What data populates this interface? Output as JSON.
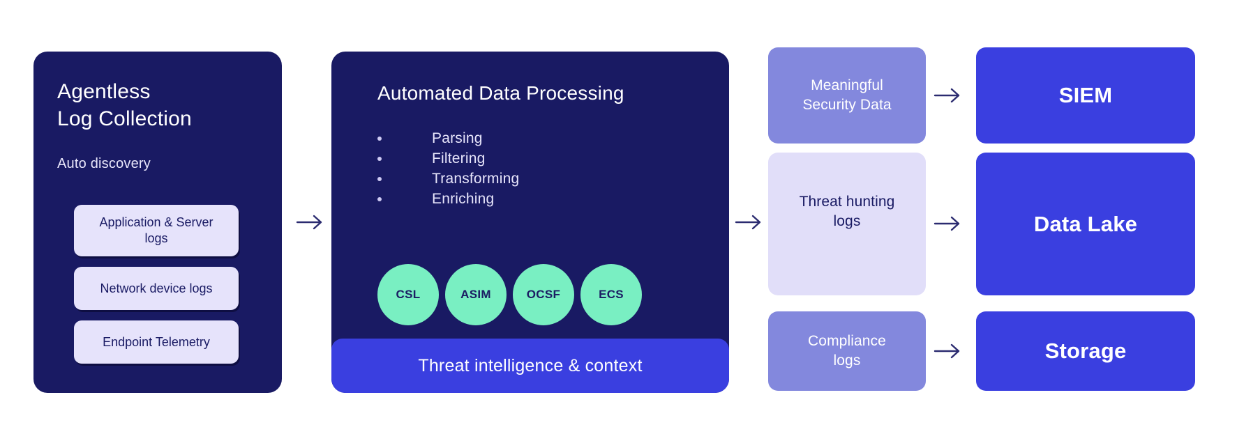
{
  "diagram": {
    "collection_card": {
      "title": "Agentless\nLog Collection",
      "subtitle": "Auto discovery",
      "chips": [
        {
          "label": "Application & Server\nlogs"
        },
        {
          "label": "Network device logs"
        },
        {
          "label": "Endpoint Telemetry"
        }
      ]
    },
    "processing_card": {
      "title": "Automated Data Processing",
      "bullets": [
        {
          "label": "Parsing"
        },
        {
          "label": "Filtering"
        },
        {
          "label": "Transforming"
        },
        {
          "label": "Enriching"
        }
      ],
      "schemas": [
        {
          "label": "CSL"
        },
        {
          "label": "ASIM"
        },
        {
          "label": "OCSF"
        },
        {
          "label": "ECS"
        }
      ],
      "banner": "Threat intelligence & context"
    },
    "outputs": [
      {
        "label": "Meaningful\nSecurity Data"
      },
      {
        "label": "Threat hunting\nlogs"
      },
      {
        "label": "Compliance\nlogs"
      }
    ],
    "destinations": [
      {
        "label": "SIEM"
      },
      {
        "label": "Data Lake"
      },
      {
        "label": "Storage"
      }
    ],
    "arrows": [
      {
        "name": "collection-to-processing"
      },
      {
        "name": "processing-to-outputs"
      },
      {
        "name": "meaningful-to-siem"
      },
      {
        "name": "threat-to-lake"
      },
      {
        "name": "compliance-to-storage"
      }
    ],
    "colors": {
      "background": "#ffffff",
      "card_navy": "#191a63",
      "chip_lavender": "#e6e3fb",
      "accent_blue": "#3a3fe0",
      "schema_green": "#79efc2",
      "output_purple": "#8388dd",
      "output_light": "#e1def9",
      "arrow_navy": "#2b2b70",
      "text_white": "#ffffff"
    }
  }
}
